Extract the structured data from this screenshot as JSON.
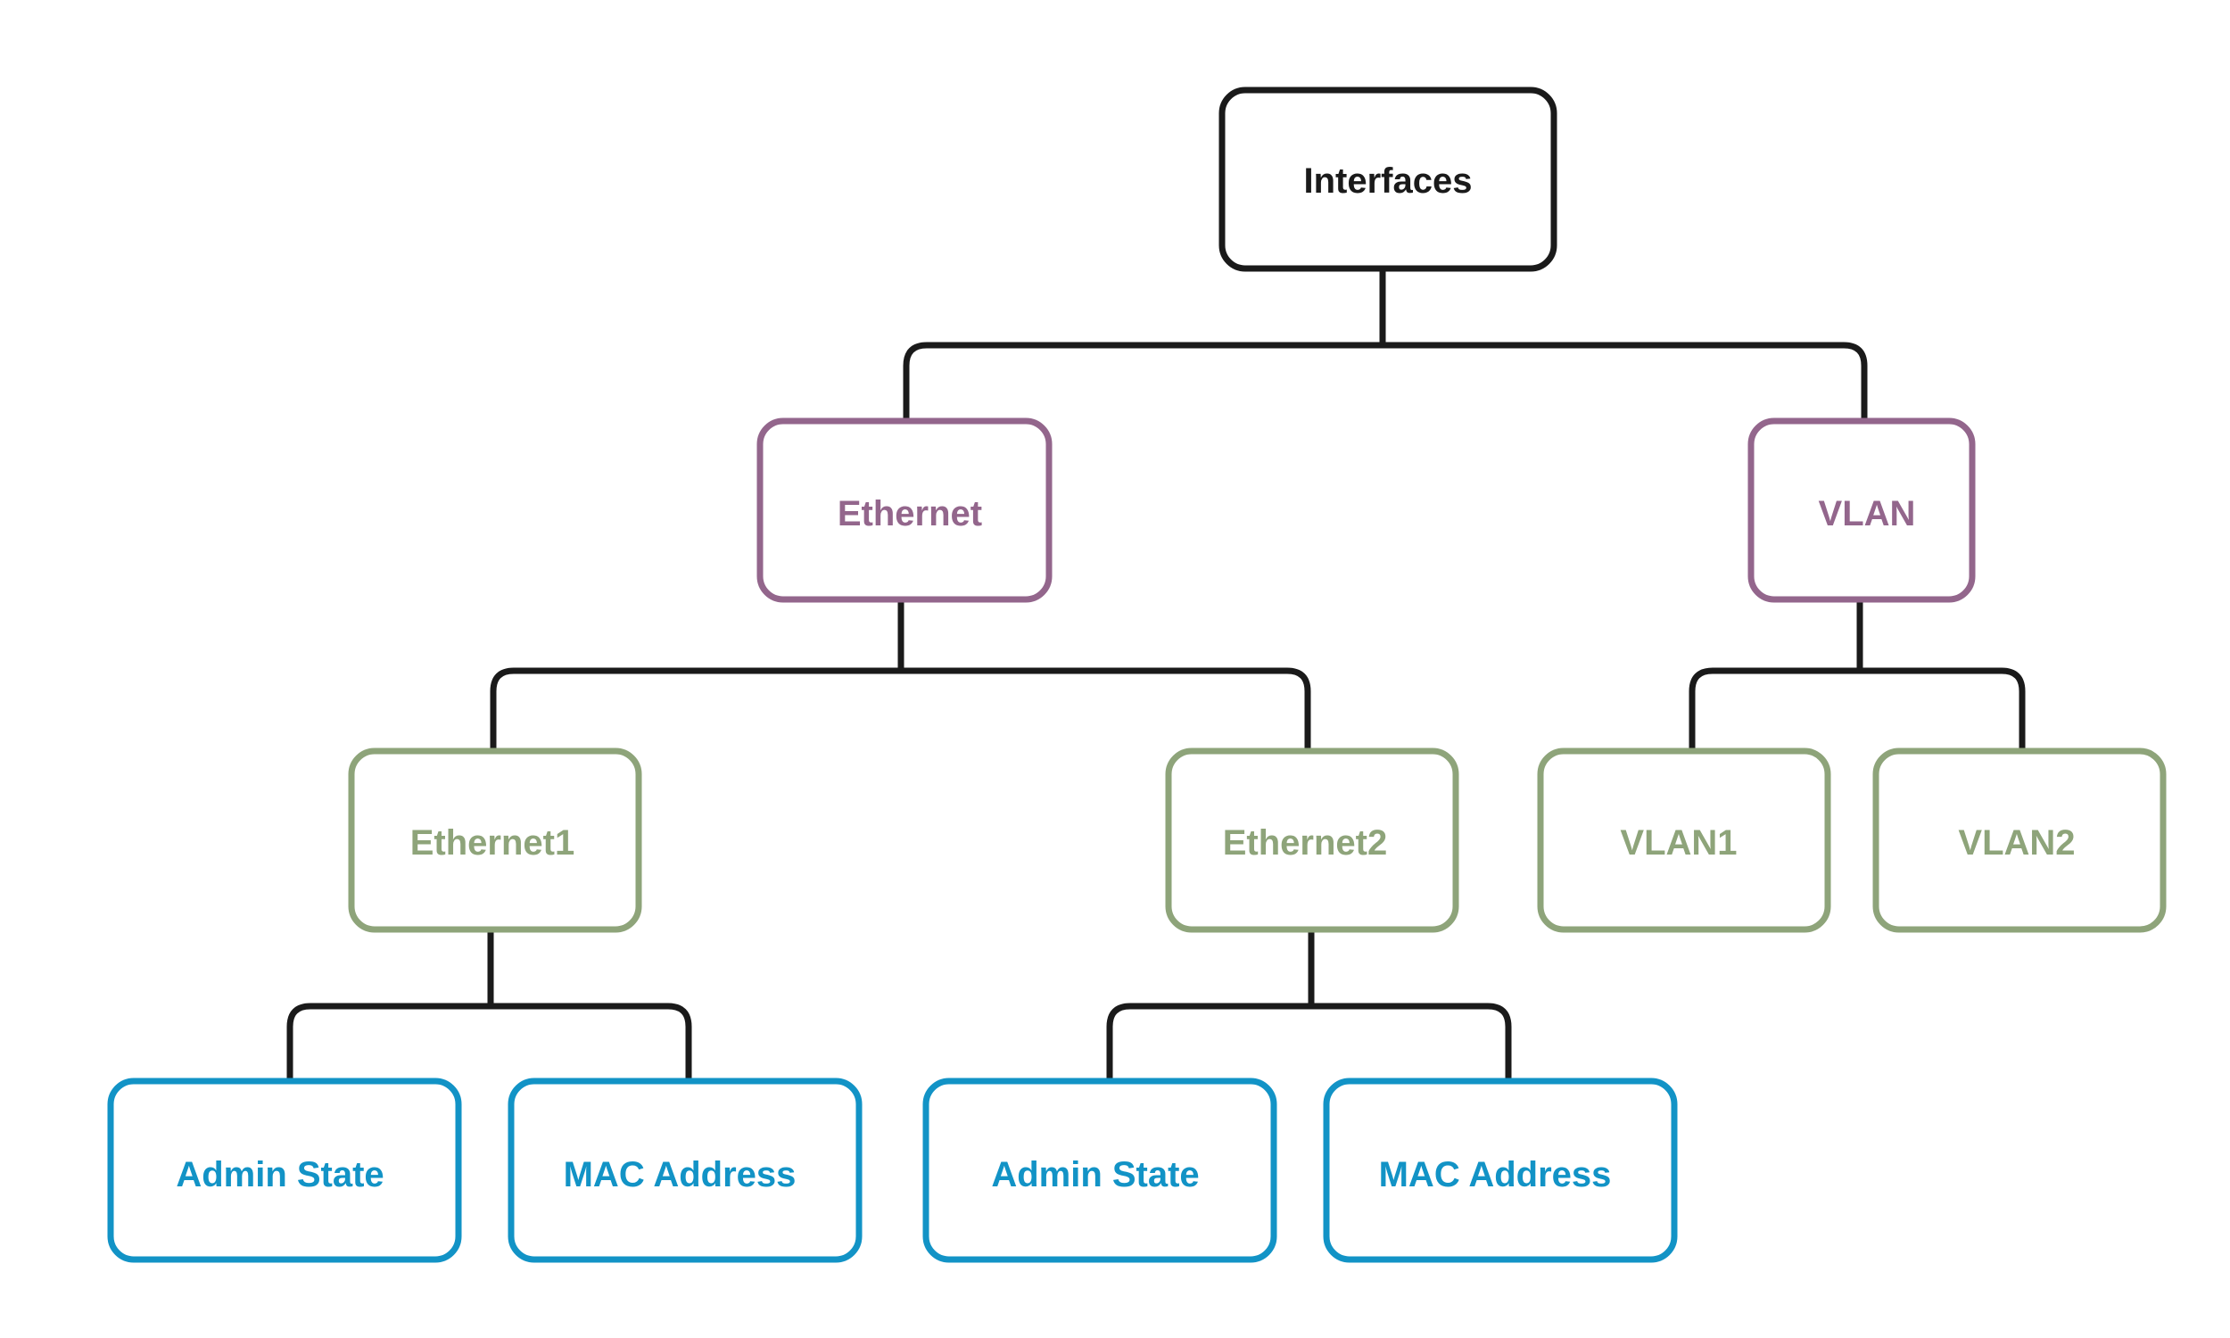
{
  "colors": {
    "connector": "#1a1a1a",
    "root": "#1a1a1a",
    "type": "#93668c",
    "instance": "#8ea47a",
    "leaf": "#1293c6"
  },
  "tree": {
    "root": {
      "label": "Interfaces"
    },
    "ethernet": {
      "label": "Ethernet",
      "ethernet1": {
        "label": "Ethernet1",
        "admin_state": "Admin State",
        "mac_address": "MAC Address"
      },
      "ethernet2": {
        "label": "Ethernet2",
        "admin_state": "Admin State",
        "mac_address": "MAC Address"
      }
    },
    "vlan": {
      "label": "VLAN",
      "vlan1": "VLAN1",
      "vlan2": "VLAN2"
    }
  }
}
